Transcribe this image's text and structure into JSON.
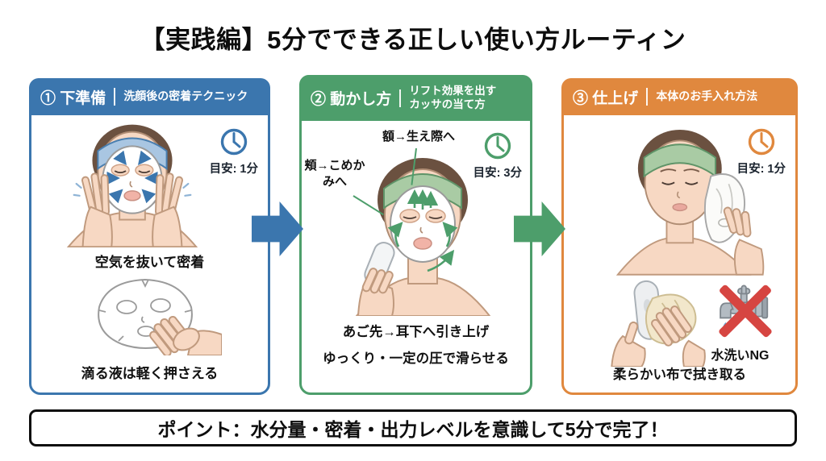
{
  "title": "【実践編】5分でできる正しい使い方ルーティン",
  "colors": {
    "step1_blue": "#3B76AE",
    "step2_green": "#4D9E6B",
    "step3_orange": "#E0883E",
    "ng_red": "#D64541"
  },
  "panels": [
    {
      "number": "①",
      "name": "下準備",
      "subtitle": "洗顔後の密着テクニック",
      "time_label": "目安: 1分",
      "caption_top": "空気を抜いて密着",
      "caption_bottom": "滴る液は軽く押さえる"
    },
    {
      "number": "②",
      "name": "動かし方",
      "subtitle_line1": "リフト効果を出す",
      "subtitle_line2": "カッサの当て方",
      "time_label": "目安: 3分",
      "annotation_top": "額→生え際へ",
      "annotation_left": "頬→こめかみへ",
      "caption_top": "あご先→耳下へ引き上げ",
      "caption_bottom": "ゆっくり・一定の圧で滑らせる"
    },
    {
      "number": "③",
      "name": "仕上げ",
      "subtitle": "本体のお手入れ方法",
      "time_label": "目安: 1分",
      "ng_label": "水洗いNG",
      "caption_bottom": "柔らかい布で拭き取る"
    }
  ],
  "footer": "ポイント：水分量・密着・出力レベルを意識して5分で完了！"
}
